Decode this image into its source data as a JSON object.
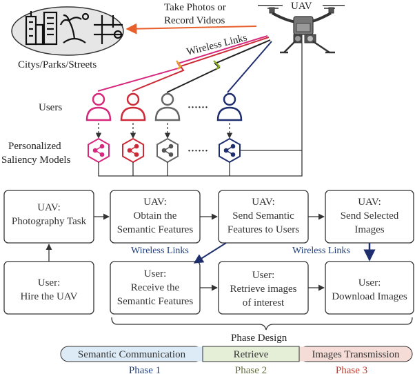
{
  "top": {
    "uav_label": "UAV",
    "photo_label_1": "Take Photos or",
    "photo_label_2": "Record Videos",
    "wireless_label": "Wireless Links",
    "scene_label": "Citys/Parks/Streets",
    "users_label": "Users",
    "dots": "······",
    "models_label_1": "Personalized",
    "models_label_2": "Saliency Models"
  },
  "flow": {
    "box_hire": [
      "User:",
      "Hire the UAV"
    ],
    "box_task": [
      "UAV:",
      "Photography Task"
    ],
    "box_obtain": [
      "UAV:",
      "Obtain the",
      "Semantic Features"
    ],
    "box_send": [
      "UAV:",
      "Send Semantic",
      "Features to Users"
    ],
    "box_selected": [
      "UAV:",
      "Send Selected",
      "Images"
    ],
    "box_receive": [
      "User:",
      "Receive the",
      "Semantic Features"
    ],
    "box_retrieve": [
      "User:",
      "Retrieve images",
      "of interest"
    ],
    "box_download": [
      "User:",
      "Download Images"
    ],
    "wireless_1": "Wireless Links",
    "wireless_2": "Wireless Links"
  },
  "phases": {
    "title": "Phase Design",
    "bars": [
      "Semantic Communication",
      "Retrieve",
      "Images Transmission"
    ],
    "labels": [
      "Phase 1",
      "Phase 2",
      "Phase 3"
    ]
  },
  "colors": {
    "user1": "#d6287d",
    "user2": "#cc2a36",
    "user3": "#666666",
    "user4": "#1f2f6e",
    "orange_arrow": "#e8602c",
    "phase1_fill": "#dcebf6",
    "phase2_fill": "#e5efd8",
    "phase3_fill": "#f6dcd6",
    "phase1_text": "#1f3d7a",
    "phase2_text": "#5f6b3a",
    "phase3_text": "#c0392b"
  }
}
